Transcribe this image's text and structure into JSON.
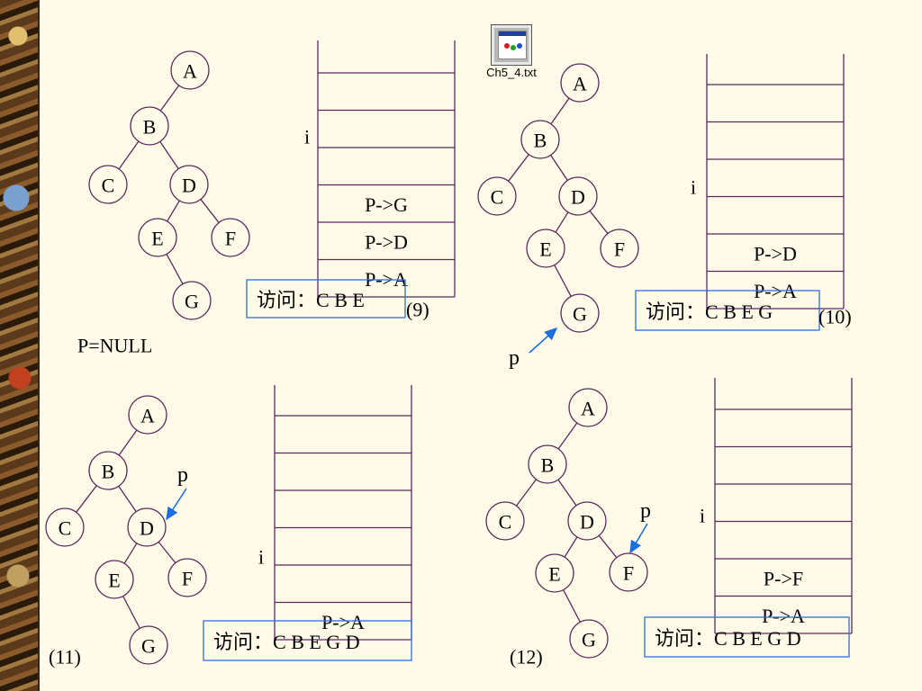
{
  "file": {
    "name": "Ch5_4.txt",
    "icon": "text-file-icon"
  },
  "colors": {
    "line": "#5b2a5e",
    "box": "#2f6fd8",
    "arrow": "#1a6fe0",
    "background": "#fffbe8"
  },
  "tree_edges": [
    [
      "A",
      "B"
    ],
    [
      "B",
      "C"
    ],
    [
      "B",
      "D"
    ],
    [
      "D",
      "E"
    ],
    [
      "D",
      "F"
    ],
    [
      "E",
      "G"
    ]
  ],
  "panels": [
    {
      "id": "9",
      "step_label": "(9)",
      "nodes": {
        "A": "A",
        "B": "B",
        "C": "C",
        "D": "D",
        "E": "E",
        "F": "F",
        "G": "G"
      },
      "stack": {
        "total_cells": 6,
        "items": [
          "P->G",
          "P->D",
          "P->A"
        ],
        "top_label": "i"
      },
      "visit": {
        "label": "访问：",
        "sequence": "C B E"
      },
      "pointer": {
        "text": "P=NULL",
        "target": null,
        "symbol": ""
      }
    },
    {
      "id": "10",
      "step_label": "(10)",
      "nodes": {
        "A": "A",
        "B": "B",
        "C": "C",
        "D": "D",
        "E": "E",
        "F": "F",
        "G": "G"
      },
      "stack": {
        "total_cells": 6,
        "items": [
          "P->D",
          "P->A"
        ],
        "top_label": "i"
      },
      "visit": {
        "label": "访问：",
        "sequence": "C B E G"
      },
      "pointer": {
        "text": "",
        "target": "G",
        "symbol": "p"
      }
    },
    {
      "id": "11",
      "step_label": "(11)",
      "nodes": {
        "A": "A",
        "B": "B",
        "C": "C",
        "D": "D",
        "E": "E",
        "F": "F",
        "G": "G"
      },
      "stack": {
        "total_cells": 6,
        "items": [
          "P->A"
        ],
        "top_label": "i"
      },
      "visit": {
        "label": "访问：",
        "sequence": "C B E G D"
      },
      "pointer": {
        "text": "",
        "target": "D",
        "symbol": "p"
      }
    },
    {
      "id": "12",
      "step_label": "(12)",
      "nodes": {
        "A": "A",
        "B": "B",
        "C": "C",
        "D": "D",
        "E": "E",
        "F": "F",
        "G": "G"
      },
      "stack": {
        "total_cells": 6,
        "items": [
          "P->F",
          "P->A"
        ],
        "top_label": "i"
      },
      "visit": {
        "label": "访问：",
        "sequence": "C B E G D"
      },
      "pointer": {
        "text": "",
        "target": "F",
        "symbol": "p"
      }
    }
  ]
}
